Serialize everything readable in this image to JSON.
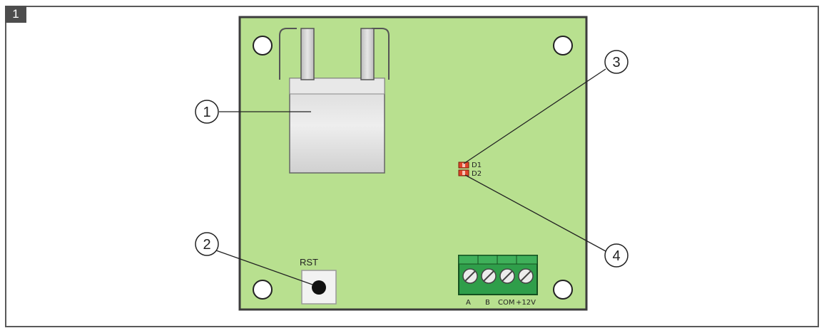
{
  "figure_number": "1",
  "board": {
    "reset_label": "RST",
    "led_labels": [
      "D1",
      "D2"
    ],
    "terminal_labels": [
      "A",
      "B",
      "COM",
      "+12V"
    ]
  },
  "callouts": [
    "1",
    "2",
    "3",
    "4"
  ],
  "colors": {
    "pcb": "#b8e08f",
    "pcb_edge": "#3c3c3c",
    "terminal_block": "#2f9e4a",
    "led": "#e0452a",
    "callout_stroke": "#222222"
  }
}
